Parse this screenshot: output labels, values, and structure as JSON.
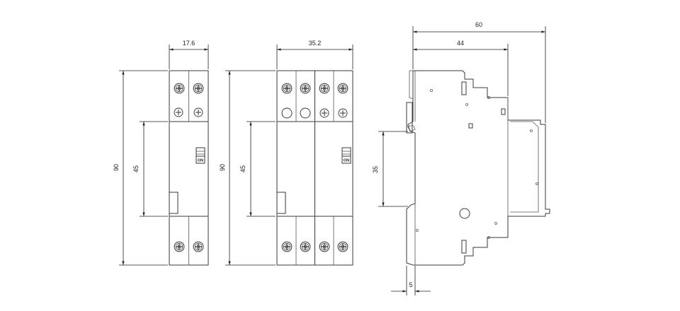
{
  "dimensions": {
    "single_width": "17.6",
    "single_height": "90",
    "single_inner": "45",
    "double_width": "35.2",
    "double_height": "90",
    "double_inner": "45",
    "side_depth_total": "60",
    "side_depth_front": "44",
    "side_rail": "35",
    "side_offset": "5"
  },
  "labels": {
    "switch_single": "ON",
    "switch_double": "ON"
  }
}
